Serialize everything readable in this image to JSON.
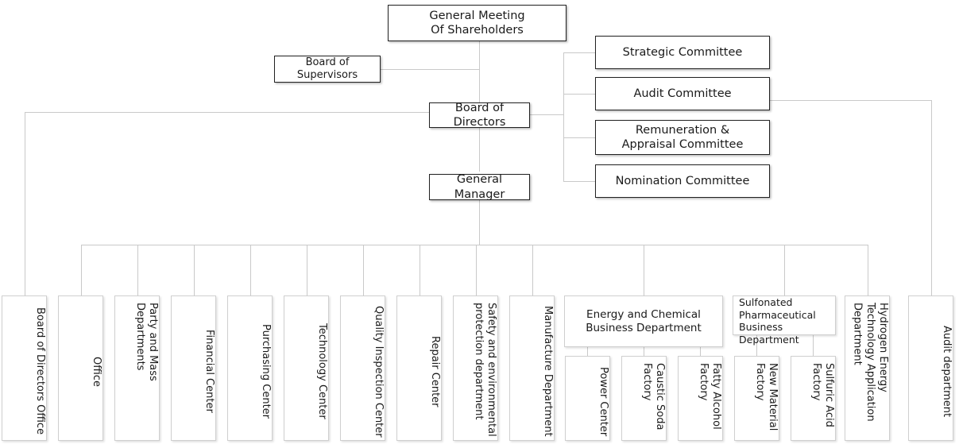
{
  "chart_data": {
    "type": "diagram",
    "title": "Corporate Organizational Structure Chart",
    "orientation": "top-down hierarchy",
    "nodes": {
      "general_meeting": "General Meeting\nOf Shareholders",
      "board_of_supervisors": "Board of\nSupervisors",
      "board_of_directors": "Board of Directors",
      "general_manager": "General Manager",
      "committees": [
        "Strategic Committee",
        "Audit Committee",
        "Remuneration &\nAppraisal Committee",
        "Nomination Committee"
      ],
      "departments": [
        "Board of Directors Office",
        "Office",
        "Party and Mass Departments",
        "Financial Center",
        "Purchasing Center",
        "Technology Center",
        "Quality Inspection Center",
        "Repair Center",
        "Safety and environmental protection department",
        "Manufacture Department",
        "Energy and Chemical Business Department",
        "Sulfonated Pharmaceutical Business Department",
        "Hydrogen Energy Technology Application Department",
        "Audit department"
      ],
      "energy_chemical_children": [
        "Power Center",
        "Caustic Soda Factory",
        "Fatty Alcohol Factory"
      ],
      "sulfonated_children": [
        "New Material Factory",
        "Sulfuric Acid Factory"
      ]
    }
  },
  "top": {
    "general_meeting_line1": "General Meeting",
    "general_meeting_line2": "Of Shareholders",
    "board_of_supervisors_line1": "Board of",
    "board_of_supervisors_line2": "Supervisors",
    "board_of_directors": "Board of Directors",
    "general_manager": "General Manager"
  },
  "committees": [
    {
      "label": "Strategic Committee"
    },
    {
      "label": "Audit Committee"
    },
    {
      "label_line1": "Remuneration &",
      "label_line2": "Appraisal Committee"
    },
    {
      "label": "Nomination Committee"
    }
  ],
  "departments": [
    {
      "label": "Board of Directors Office"
    },
    {
      "label": "Office"
    },
    {
      "label": "Party and Mass Departments"
    },
    {
      "label": "Financial Center"
    },
    {
      "label": "Purchasing Center"
    },
    {
      "label": "Technology Center"
    },
    {
      "label": "Quality Inspection Center"
    },
    {
      "label": "Repair Center"
    },
    {
      "label": "Safety and environmental protection department"
    },
    {
      "label": "Manufacture Department"
    }
  ],
  "business_units": {
    "energy_chemical_line1": "Energy and Chemical",
    "energy_chemical_line2": "Business Department",
    "sulfonated_line1": "Sulfonated",
    "sulfonated_line2": "Pharmaceutical",
    "sulfonated_line3": "Business Department",
    "hydrogen": "Hydrogen Energy Technology Application Department",
    "audit_department": "Audit department"
  },
  "factories": [
    {
      "label": "Power Center"
    },
    {
      "label": "Caustic Soda Factory"
    },
    {
      "label": "Fatty Alcohol Factory"
    },
    {
      "label": "New Material Factory"
    },
    {
      "label": "Sulfuric Acid Factory"
    }
  ],
  "colors": {
    "line": "#c9c9c9",
    "dark_border": "#222222",
    "light_border": "#cfcfcf",
    "text": "#1a1a1a",
    "background": "#ffffff"
  }
}
